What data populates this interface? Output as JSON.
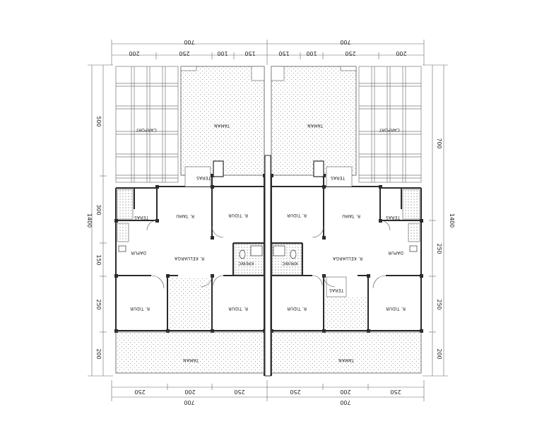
{
  "colors": {
    "wall": "#2b2b2b",
    "line": "#555555",
    "dim": "#666666",
    "hatch": "#9a9a9a",
    "background": "#ffffff"
  },
  "dimensions": {
    "top_total_left": "700",
    "top_total_right": "700",
    "top_left_segments": [
      "200",
      "250",
      "100",
      "150"
    ],
    "top_right_segments": [
      "150",
      "100",
      "250",
      "200"
    ],
    "bottom_total_left": "700",
    "bottom_total_right": "700",
    "bottom_left_segments": [
      "250",
      "200",
      "250"
    ],
    "bottom_right_segments": [
      "250",
      "200",
      "250"
    ],
    "left_total": "1400",
    "left_segments": [
      "500",
      "300",
      "150",
      "250",
      "200"
    ],
    "right_total": "1400",
    "right_segments": [
      "700",
      "250",
      "250",
      "200"
    ]
  },
  "rooms": {
    "left_unit": {
      "carport": "CARPORT",
      "taman_front": "TAMAN",
      "teras_front": "TERAS",
      "teras_side": "TERAS",
      "r_tamu": "R. TAMU",
      "r_tidur_front": "R. TIDUR",
      "r_keluarga": "R. KELUARGA",
      "dapur": "DAPUR",
      "kmwc": "KM/WC",
      "r_tidur_back_left": "R. TIDUR",
      "r_tidur_back_right": "R. TIDUR",
      "taman_back": "TAMAN"
    },
    "right_unit": {
      "carport": "CARPORT",
      "taman_front": "TAMAN",
      "teras_front": "TERAS",
      "teras_side": "TERAS",
      "teras_back": "TERAS",
      "r_tamu": "R. TAMU",
      "r_tidur_front": "R. TIDUR",
      "r_keluarga": "R. KELUARGA",
      "dapur": "DAPUR",
      "kmwc": "KM/WC",
      "r_tidur_back_left": "R. TIDUR",
      "r_tidur_back_right": "R. TIDUR",
      "taman_back": "TAMAN"
    }
  }
}
